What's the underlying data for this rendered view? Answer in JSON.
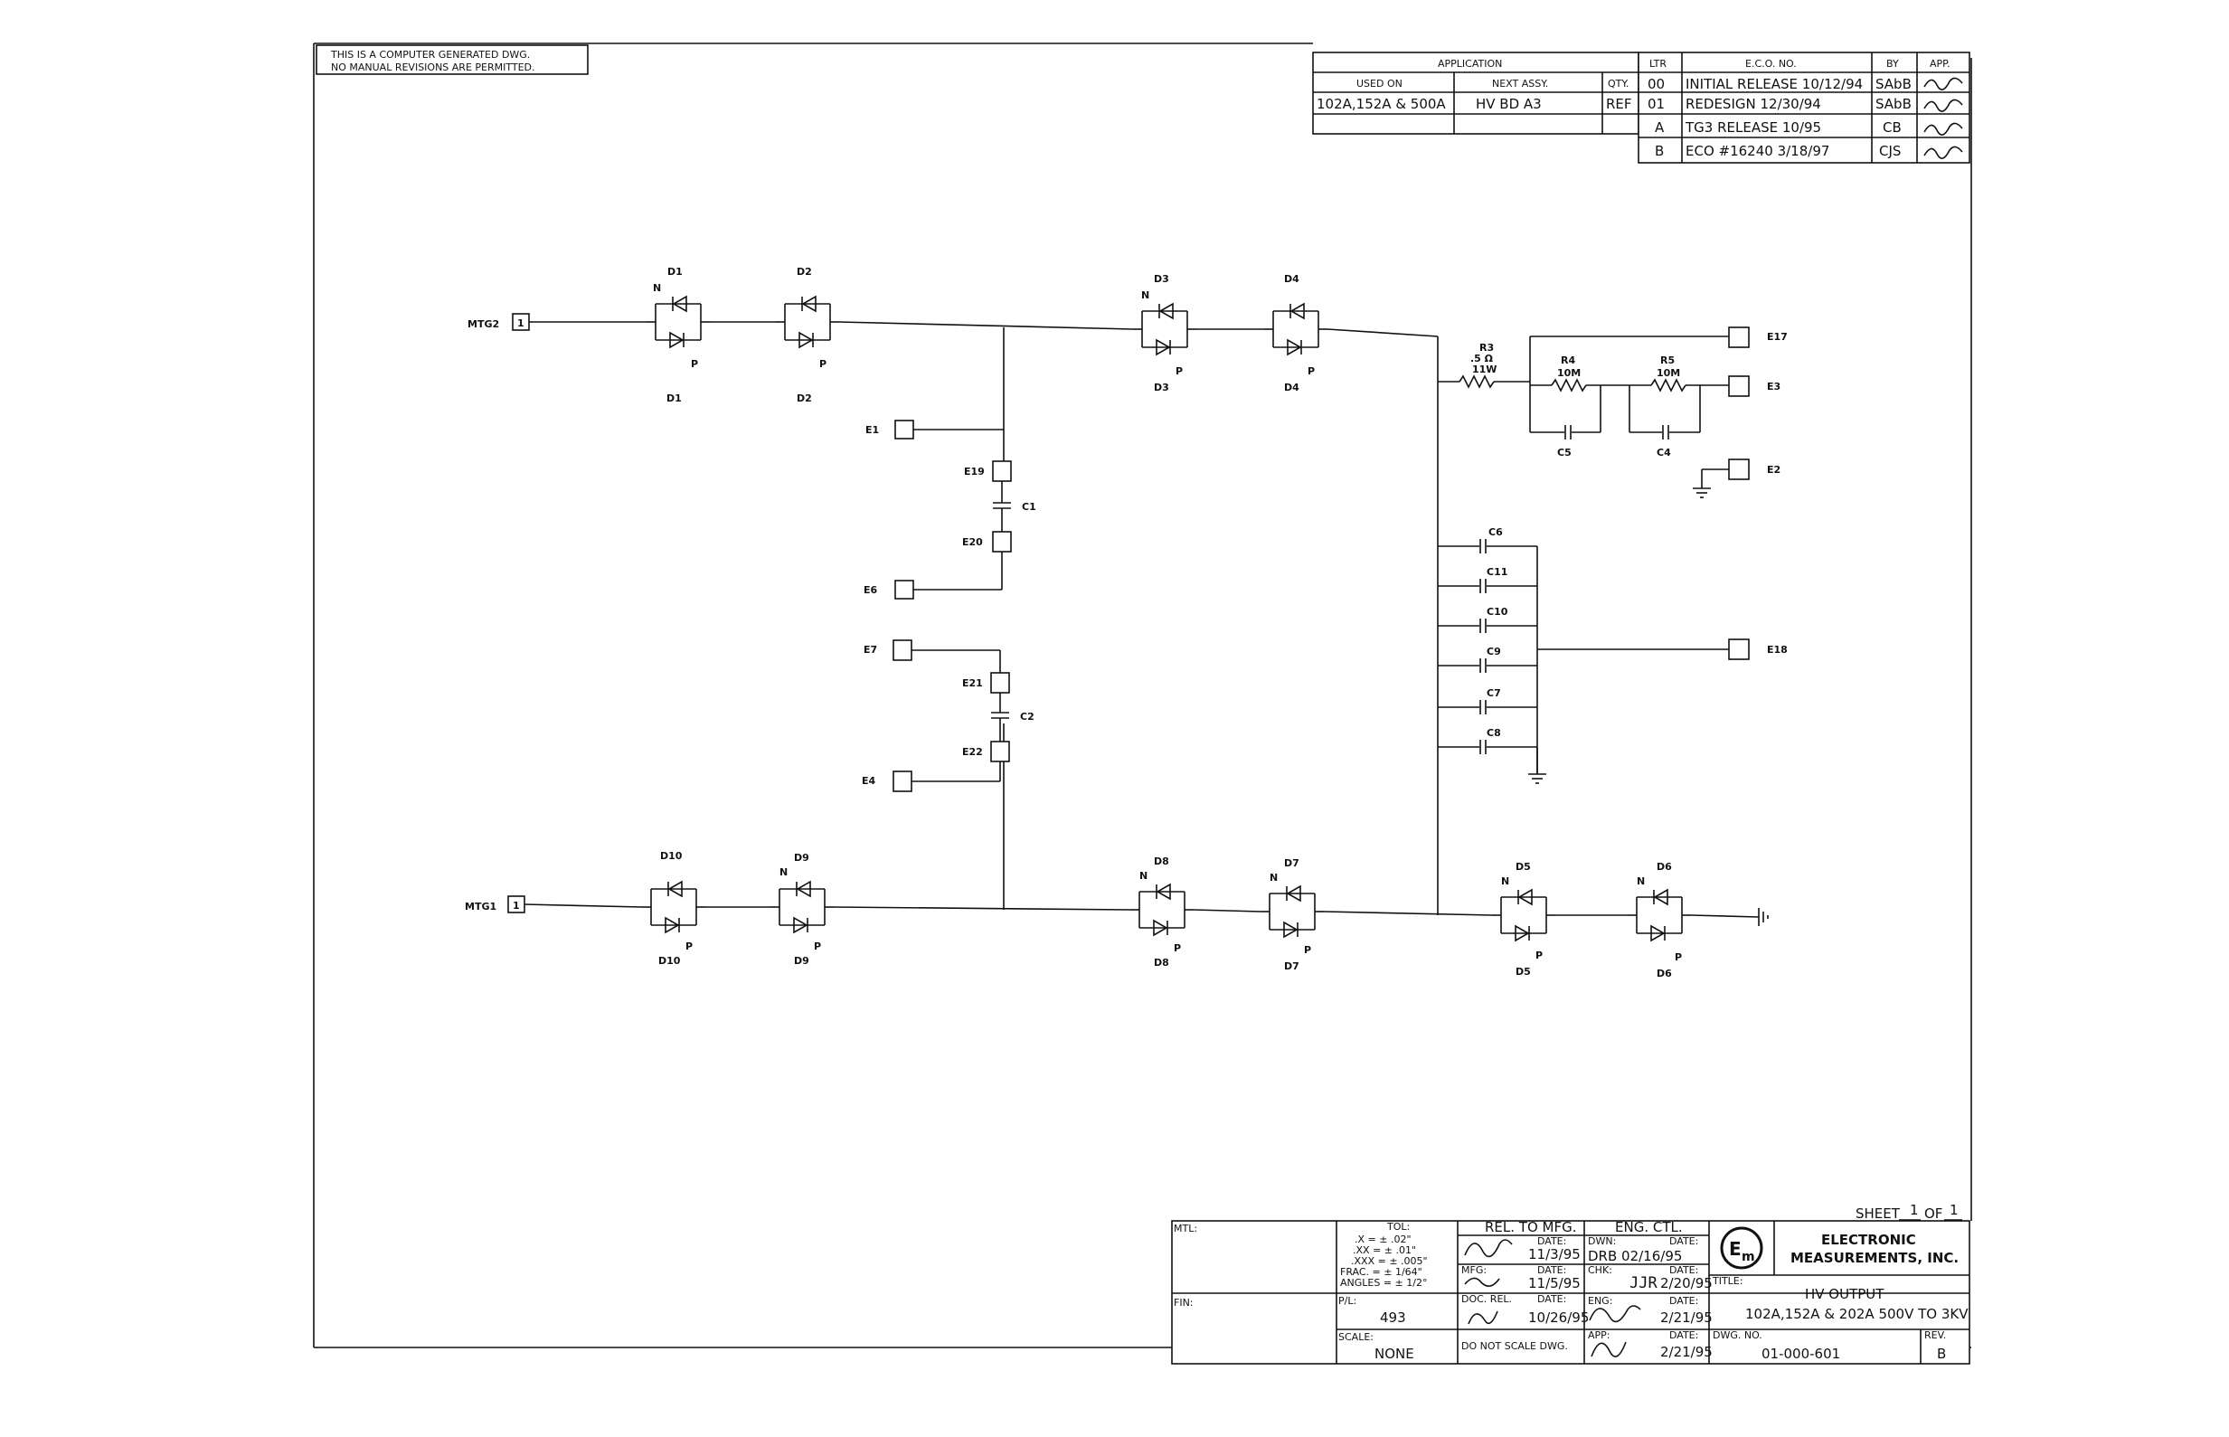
{
  "notice": [
    "THIS IS A COMPUTER GENERATED DWG.",
    "NO MANUAL REVISIONS ARE PERMITTED."
  ],
  "application": {
    "header": "APPLICATION",
    "used_on_label": "USED ON",
    "next_assy_label": "NEXT ASSY.",
    "qty_label": "QTY.",
    "used_on": "102A,152A & 500A",
    "next_assy": "HV BD A3",
    "qty": "REF"
  },
  "revisions": {
    "ltr_label": "LTR",
    "eco_label": "E.C.O. NO.",
    "by_label": "BY",
    "app_label": "APP.",
    "rows": [
      {
        "ltr": "00",
        "eco": "INITIAL RELEASE 10/12/94",
        "by": "SAbB"
      },
      {
        "ltr": "01",
        "eco": "REDESIGN   12/30/94",
        "by": "SAbB"
      },
      {
        "ltr": "A",
        "eco": "TG3 RELEASE   10/95",
        "by": "CB"
      },
      {
        "ltr": "B",
        "eco": "ECO #16240 3/18/97",
        "by": "CJS"
      }
    ]
  },
  "labels": {
    "mtg2": "MTG2",
    "mtg1": "MTG1",
    "pin1": "1",
    "pin1b": "1",
    "n": "N",
    "p": "P",
    "d1": "D1",
    "d2": "D2",
    "d3": "D3",
    "d4": "D4",
    "d5": "D5",
    "d6": "D6",
    "d7": "D7",
    "d8": "D8",
    "d9": "D9",
    "d10": "D10",
    "e1": "E1",
    "e2": "E2",
    "e3": "E3",
    "e4": "E4",
    "e6": "E6",
    "e7": "E7",
    "e17": "E17",
    "e18": "E18",
    "e19": "E19",
    "e20": "E20",
    "e21": "E21",
    "e22": "E22",
    "c1": "C1",
    "c2": "C2",
    "c4": "C4",
    "c5": "C5",
    "c6": "C6",
    "c7": "C7",
    "c8": "C8",
    "c9": "C9",
    "c10": "C10",
    "c11": "C11",
    "r3": "R3",
    "r3_val": ".5 Ω",
    "r3_pwr": "11W",
    "r4": "R4",
    "r4_val": "10M",
    "r5": "R5",
    "r5_val": "10M"
  },
  "title_block": {
    "sheet_label": "SHEET",
    "sheet": "1",
    "of_label": "OF",
    "of": "1",
    "mtl_label": "MTL:",
    "fin_label": "FIN:",
    "tol_label": "TOL:",
    "tol_x": ".X    = ± .02\"",
    "tol_xx": ".XX   = ± .01\"",
    "tol_xxx": ".XXX  = ± .005\"",
    "tol_frac": "FRAC.   = ± 1/64\"",
    "tol_angles": "ANGLES = ± 1/2°",
    "pl_label": "P/L:",
    "pl": "493",
    "scale_label": "SCALE:",
    "scale": "NONE",
    "rel_label": "REL. TO MFG.",
    "eng_ctl_label": "ENG. CTL.",
    "date_label": "DATE:",
    "rel_date": "11/3/95",
    "dwn_label": "DWN:",
    "dwn": "DRB 02/16/95",
    "mfg_label": "MFG:",
    "mfg_date": "11/5/95",
    "chk_label": "CHK:",
    "chk": "JJR",
    "chk_date": "2/20/95",
    "doc_rel_label": "DOC. REL.",
    "doc_date": "10/26/95",
    "eng_label": "ENG:",
    "eng_date": "2/21/95",
    "app_label": "APP:",
    "app_date": "2/21/95",
    "dont_scale": "DO NOT SCALE DWG.",
    "company1": "ELECTRONIC",
    "company2": "MEASUREMENTS, INC.",
    "title_label": "TITLE:",
    "title1": "HV OUTPUT",
    "title2": "102A,152A & 202A 500V TO 3KV",
    "dwg_label": "DWG. NO.",
    "dwg_no": "01-000-601",
    "rev_label": "REV.",
    "rev": "B"
  }
}
